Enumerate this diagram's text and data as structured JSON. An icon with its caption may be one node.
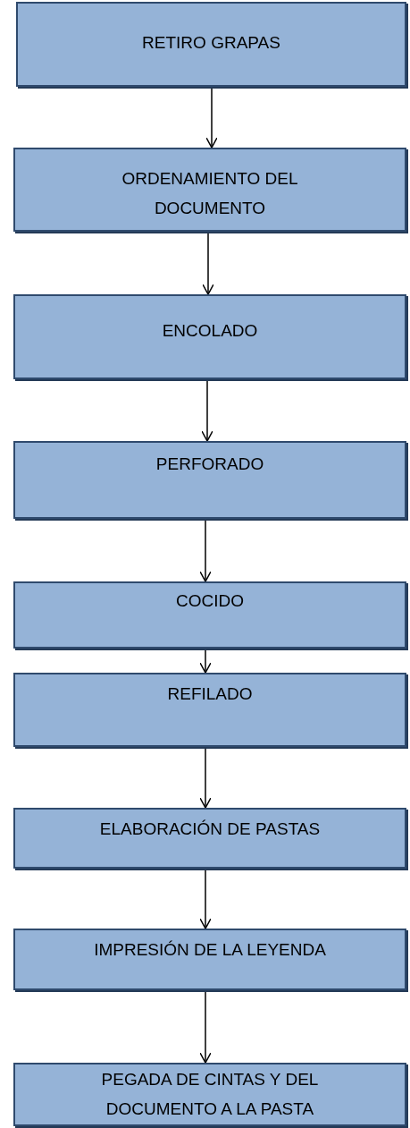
{
  "diagram": {
    "nodes": [
      {
        "text": [
          "RETIRO GRAPAS"
        ]
      },
      {
        "text": [
          "ORDENAMIENTO DEL DOCUMENTO"
        ]
      },
      {
        "text": [
          "ENCOLADO"
        ]
      },
      {
        "text": [
          "PERFORADO"
        ]
      },
      {
        "text": [
          "COCIDO"
        ]
      },
      {
        "text": [
          "REFILADO"
        ]
      },
      {
        "text": [
          "ELABORACIÓN DE PASTAS"
        ]
      },
      {
        "text": [
          "IMPRESIÓN DE LA LEYENDA"
        ]
      },
      {
        "text": [
          "PEGADA DE CINTAS Y DEL DOCUMENTO A LA PASTA"
        ]
      }
    ],
    "edges": [
      {
        "from": 0,
        "to": 1,
        "arrow": "to"
      },
      {
        "from": 1,
        "to": 2,
        "arrow": "to"
      },
      {
        "from": 2,
        "to": 3,
        "arrow": "to"
      },
      {
        "from": 3,
        "to": 4,
        "arrow": "to"
      },
      {
        "from": 4,
        "to": 5,
        "arrow": "to"
      },
      {
        "from": 5,
        "to": 6,
        "arrow": "to"
      },
      {
        "from": 6,
        "to": 7,
        "arrow": "to"
      },
      {
        "from": 7,
        "to": 8,
        "arrow": "to"
      }
    ]
  }
}
